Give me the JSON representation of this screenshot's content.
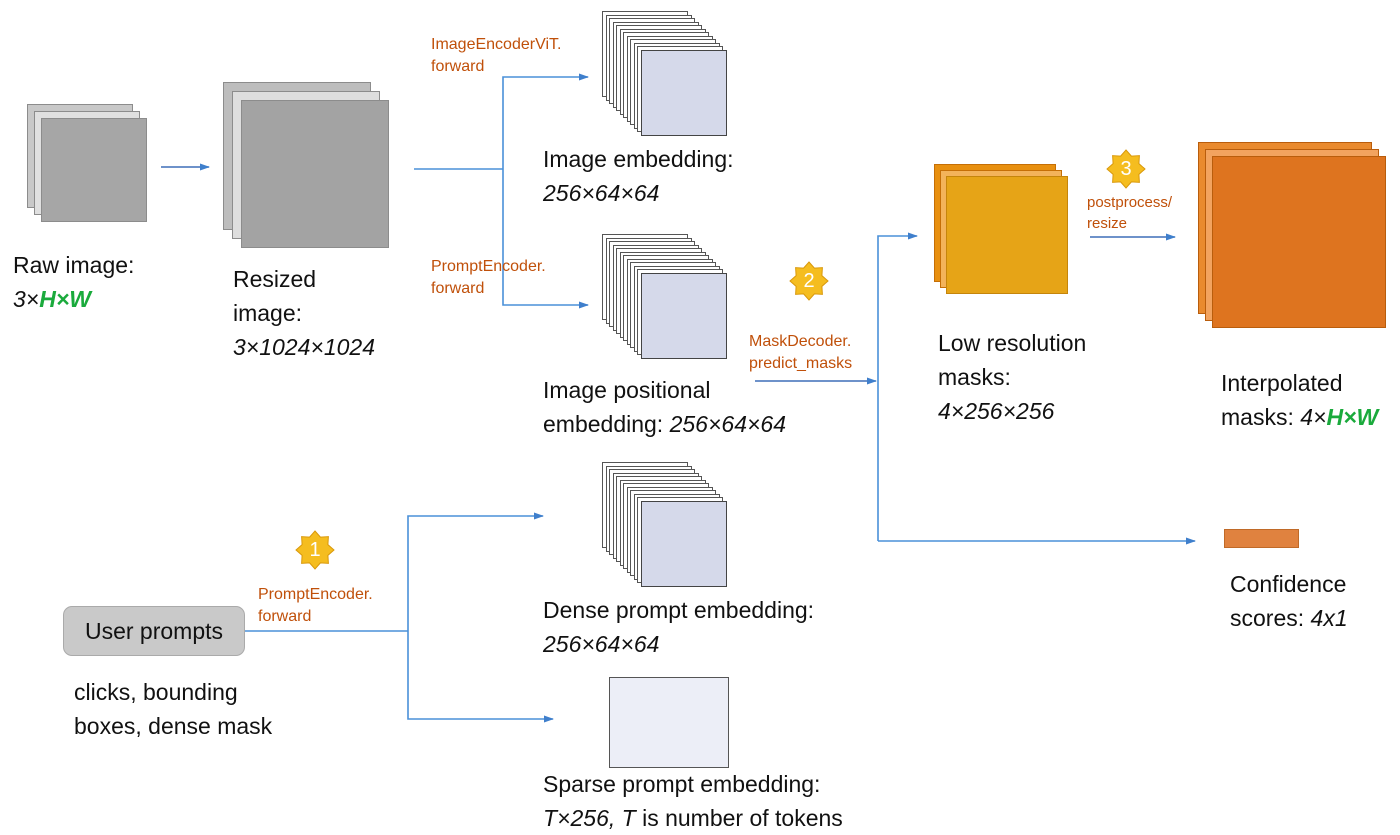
{
  "raw_image": {
    "label": "Raw image:",
    "dims_prefix": "3×",
    "dims_var": "H×W"
  },
  "resized_image": {
    "label_line1": "Resized",
    "label_line2": "image:",
    "dims": "3×1024×1024"
  },
  "image_encoder_fn": {
    "line1": "ImageEncoderViT.",
    "line2": "forward"
  },
  "prompt_encoder_fn_top": {
    "line1": "PromptEncoder.",
    "line2": "forward"
  },
  "prompt_encoder_fn_bottom": {
    "line1": "PromptEncoder.",
    "line2": "forward"
  },
  "mask_decoder_fn": {
    "line1": "MaskDecoder.",
    "line2": "predict_masks"
  },
  "postprocess_fn": {
    "line1": "postprocess/",
    "line2": "resize"
  },
  "image_embedding": {
    "label": "Image embedding:",
    "dims": "256×64×64"
  },
  "image_pos_embedding": {
    "label_line1": "Image positional",
    "label_line2": "embedding: ",
    "dims": "256×64×64"
  },
  "dense_embedding": {
    "label": "Dense prompt embedding:",
    "dims": "256×64×64"
  },
  "sparse_embedding": {
    "label": "Sparse prompt embedding:",
    "dims_italic": "T×256, T",
    "dims_rest": " is number of tokens"
  },
  "low_res_masks": {
    "label_line1": "Low resolution",
    "label_line2": "masks:",
    "dims": "4×256×256"
  },
  "interpolated_masks": {
    "label_line1": "Interpolated",
    "label_line2": "masks: ",
    "dims_prefix": "4×",
    "dims_var": "H×W"
  },
  "confidence": {
    "label_line1": "Confidence",
    "label_line2": "scores: ",
    "dims": "4x1"
  },
  "user_prompts": {
    "button": "User prompts",
    "desc_line1": "clicks, bounding",
    "desc_line2": "boxes,  dense mask"
  },
  "badges": {
    "b1": "1",
    "b2": "2",
    "b3": "3"
  },
  "colors": {
    "arrow": "#4a90d9",
    "function_text": "#c0500a",
    "mask_orange": "#e07b22",
    "low_res_gold": "#e6a417",
    "badge": "#f5bd1f",
    "emphasis_green": "#1aaa3c"
  }
}
